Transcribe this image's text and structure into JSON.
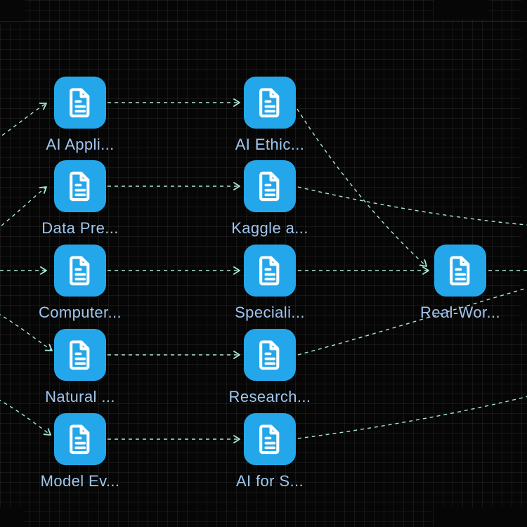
{
  "canvas": {
    "description": "Dark node-graph canvas with grid, document nodes connected by dashed arrows"
  },
  "theme": {
    "background": "#060606",
    "node_fill": "#24a7ea",
    "icon_color": "#ffffff",
    "edge_color": "#a8e7d6",
    "label_color": "#a0c6ee"
  },
  "nodes": [
    {
      "id": "ai-applications",
      "label": "AI Appli...",
      "col": 0,
      "row": 0
    },
    {
      "id": "ai-ethics",
      "label": "AI Ethic...",
      "col": 1,
      "row": 0
    },
    {
      "id": "data-preprocessing",
      "label": "Data Pre...",
      "col": 0,
      "row": 1
    },
    {
      "id": "kaggle",
      "label": "Kaggle a...",
      "col": 1,
      "row": 1
    },
    {
      "id": "computer-vision",
      "label": "Computer...",
      "col": 0,
      "row": 2
    },
    {
      "id": "specialization",
      "label": "Speciali...",
      "col": 1,
      "row": 2
    },
    {
      "id": "real-world",
      "label": "Real-Wor...",
      "col": 2,
      "row": 2
    },
    {
      "id": "natural-language",
      "label": "Natural ...",
      "col": 0,
      "row": 3
    },
    {
      "id": "research",
      "label": "Research...",
      "col": 1,
      "row": 3
    },
    {
      "id": "model-evaluation",
      "label": "Model Ev...",
      "col": 0,
      "row": 4
    },
    {
      "id": "ai-for-social",
      "label": "AI for S...",
      "col": 1,
      "row": 4
    }
  ],
  "edges": [
    {
      "from": "start",
      "to": "ai-applications"
    },
    {
      "from": "start",
      "to": "data-preprocessing"
    },
    {
      "from": "start",
      "to": "computer-vision"
    },
    {
      "from": "start",
      "to": "natural-language"
    },
    {
      "from": "start",
      "to": "model-evaluation"
    },
    {
      "from": "ai-applications",
      "to": "ai-ethics"
    },
    {
      "from": "data-preprocessing",
      "to": "kaggle"
    },
    {
      "from": "computer-vision",
      "to": "specialization"
    },
    {
      "from": "natural-language",
      "to": "research"
    },
    {
      "from": "model-evaluation",
      "to": "ai-for-social"
    },
    {
      "from": "ai-ethics",
      "to": "real-world"
    },
    {
      "from": "specialization",
      "to": "real-world"
    },
    {
      "from": "kaggle",
      "to": "offscreen-right"
    },
    {
      "from": "research",
      "to": "offscreen-right"
    },
    {
      "from": "ai-for-social",
      "to": "offscreen-right"
    },
    {
      "from": "real-world",
      "to": "offscreen-right"
    }
  ]
}
